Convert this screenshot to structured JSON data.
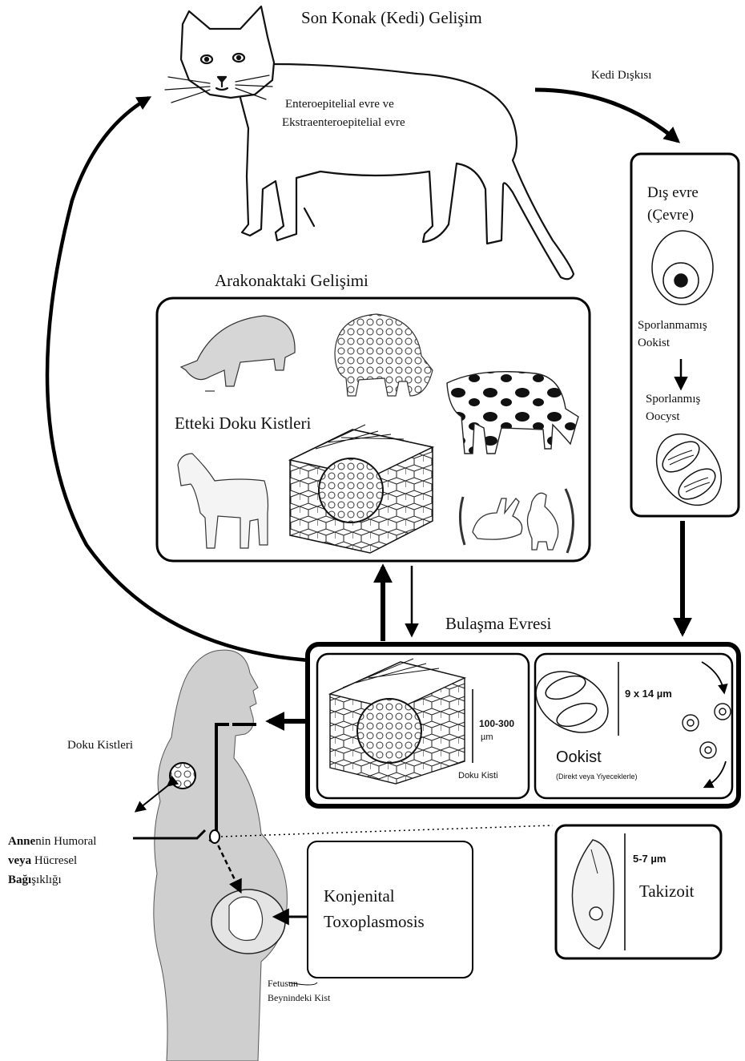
{
  "cat_section": {
    "title": "Son Konak (Kedi) Gelişim",
    "stage_line1": "Enteroepitelial evre ve",
    "stage_line2": "Ekstraenteroepitelial evre",
    "feces_label": "Kedi Dışkısı"
  },
  "external_stage": {
    "title_line1": "Dış evre",
    "title_line2": "(Çevre)",
    "unsporulated_line1": "Sporlanmamış",
    "unsporulated_line2": "Ookist",
    "sporulated_line1": "Sporlanmış",
    "sporulated_line2": "Oocyst"
  },
  "intermediate": {
    "title": "Arakonaktaki Gelişimi",
    "tissue_cysts": "Etteki Doku Kistleri"
  },
  "transmission": {
    "title": "Bulaşma Evresi",
    "cyst_size": "100-300",
    "cyst_unit": "µm",
    "cyst_caption": "Doku Kisti",
    "oocyst_size": "9 x 14 µm",
    "oocyst_title": "Ookist",
    "oocyst_note": "(Direkt veya Yiyeceklerle)"
  },
  "human": {
    "tissue_cysts": "Doku Kistleri",
    "immunity_line1_bold": "Anne",
    "immunity_line1_rest": "nin Humoral",
    "immunity_line2_bold": "veya",
    "immunity_line2_rest": " Hücresel",
    "immunity_line3_bold": "Bağı",
    "immunity_line3_rest": "şıklığı",
    "fetus_line1": "Fetusun",
    "fetus_line2": "Beynindeki Kist"
  },
  "congenital": {
    "line1": "Konjenital",
    "line2": "Toxoplasmosis"
  },
  "tachyzoite": {
    "size": "5-7 µm",
    "label": "Takizoit"
  }
}
